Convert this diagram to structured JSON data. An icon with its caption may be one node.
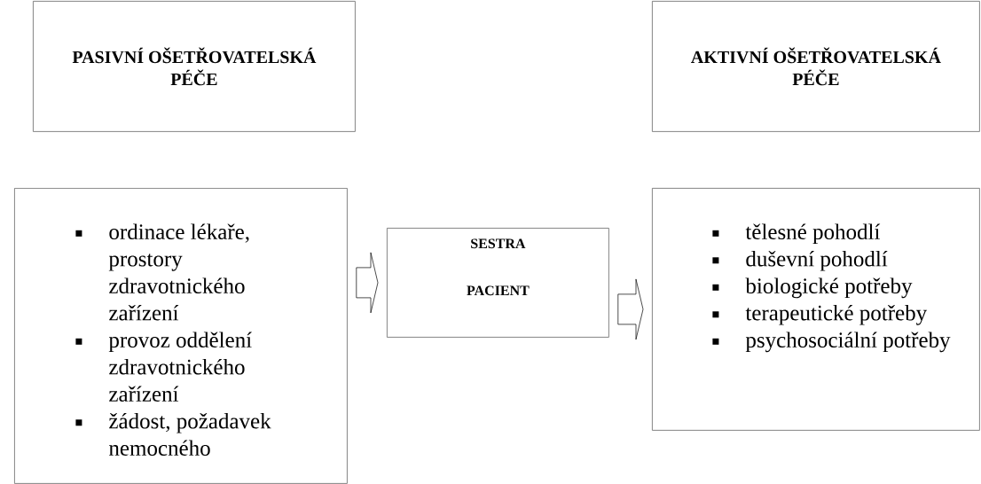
{
  "diagram": {
    "nodes": [
      {
        "text": [
          "PASIVNÍ OŠETŘOVATELSKÁ PÉČE"
        ]
      },
      {
        "text": [
          "AKTIVNÍ OŠETŘOVATELSKÁ PÉČE"
        ]
      },
      {
        "text": [
          "ordinace lékaře, prostory zdravotnického zařízení",
          "provoz oddělení zdravotnického zařízení",
          "žádost, požadavek nemocného"
        ]
      },
      {
        "text": [
          "SESTRA",
          "PACIENT"
        ]
      },
      {
        "text": [
          "tělesné pohodlí",
          "duševní pohodlí",
          "biologické potřeby",
          "terapeutické potřeby",
          "psychosociální potřeby"
        ]
      }
    ],
    "edges": [
      {
        "from": 2,
        "to": 3,
        "arrow": "to"
      },
      {
        "from": 3,
        "to": 4,
        "arrow": "to"
      }
    ]
  }
}
